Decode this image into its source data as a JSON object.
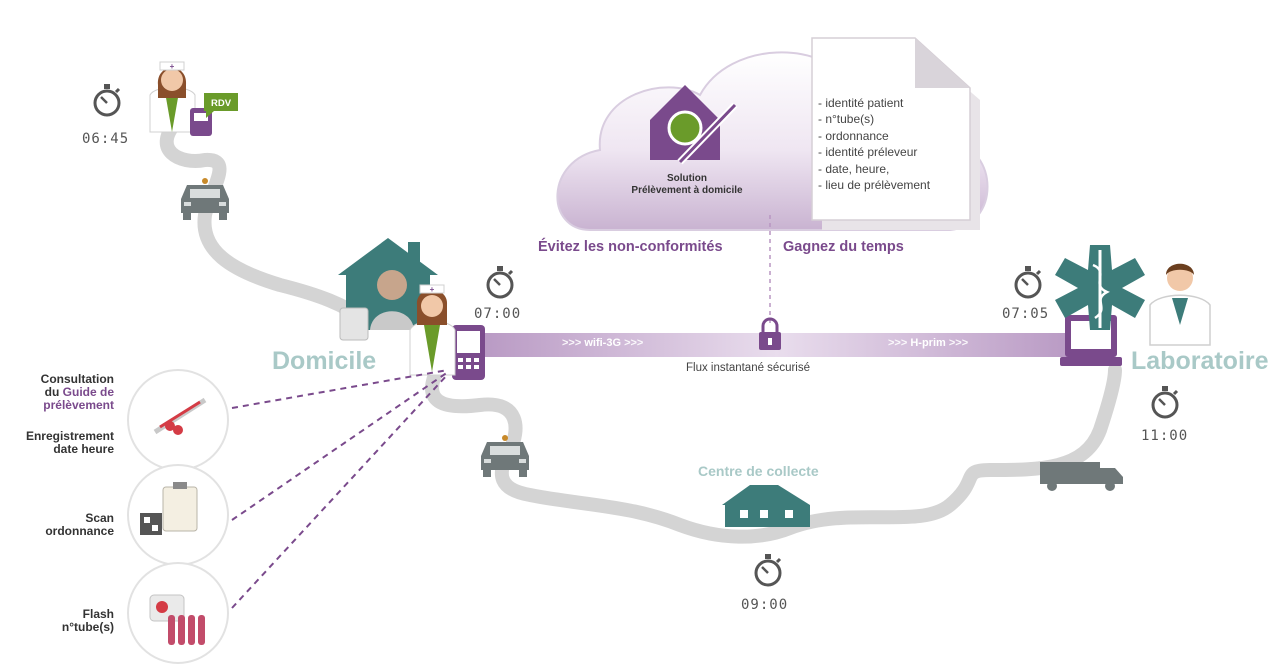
{
  "times": {
    "start": "06:45",
    "domicile": "07:00",
    "laboratoire": "07:05",
    "laboratoire_arrival": "11:00",
    "collecte": "09:00"
  },
  "badges": {
    "rdv": "RDV"
  },
  "places": {
    "domicile": "Domicile",
    "laboratoire": "Laboratoire",
    "collecte": "Centre de collecte"
  },
  "cloud": {
    "solution_line1": "Solution",
    "solution_line2": "Prélèvement à domicile",
    "document_items": [
      "- identité patient",
      "- n°tube(s)",
      "- ordonnance",
      "- identité préleveur",
      "- date, heure,",
      "- lieu de prélèvement"
    ]
  },
  "benefits": {
    "left": "Évitez les non-conformités",
    "right": "Gagnez du temps"
  },
  "flow": {
    "left_label": "wifi-3G",
    "right_label": "H-prim",
    "arrows": ">>>",
    "caption": "Flux instantané sécurisé"
  },
  "steps": {
    "step1_line1": "Consultation",
    "step1_line2": "du",
    "step1_accent": "Guide de",
    "step1_accent2": "prélèvement",
    "step1b_line1": "Enregistrement",
    "step1b_line2": "date heure",
    "step2_line1": "Scan",
    "step2_line2": "ordonnance",
    "step3_line1": "Flash",
    "step3_line2": "n°tube(s)"
  },
  "colors": {
    "purple": "#7a4a8c",
    "road": "#d4d4d4",
    "teal": "#3d7c7a",
    "place_text": "#a9c9c7",
    "green": "#6a9b2a"
  }
}
